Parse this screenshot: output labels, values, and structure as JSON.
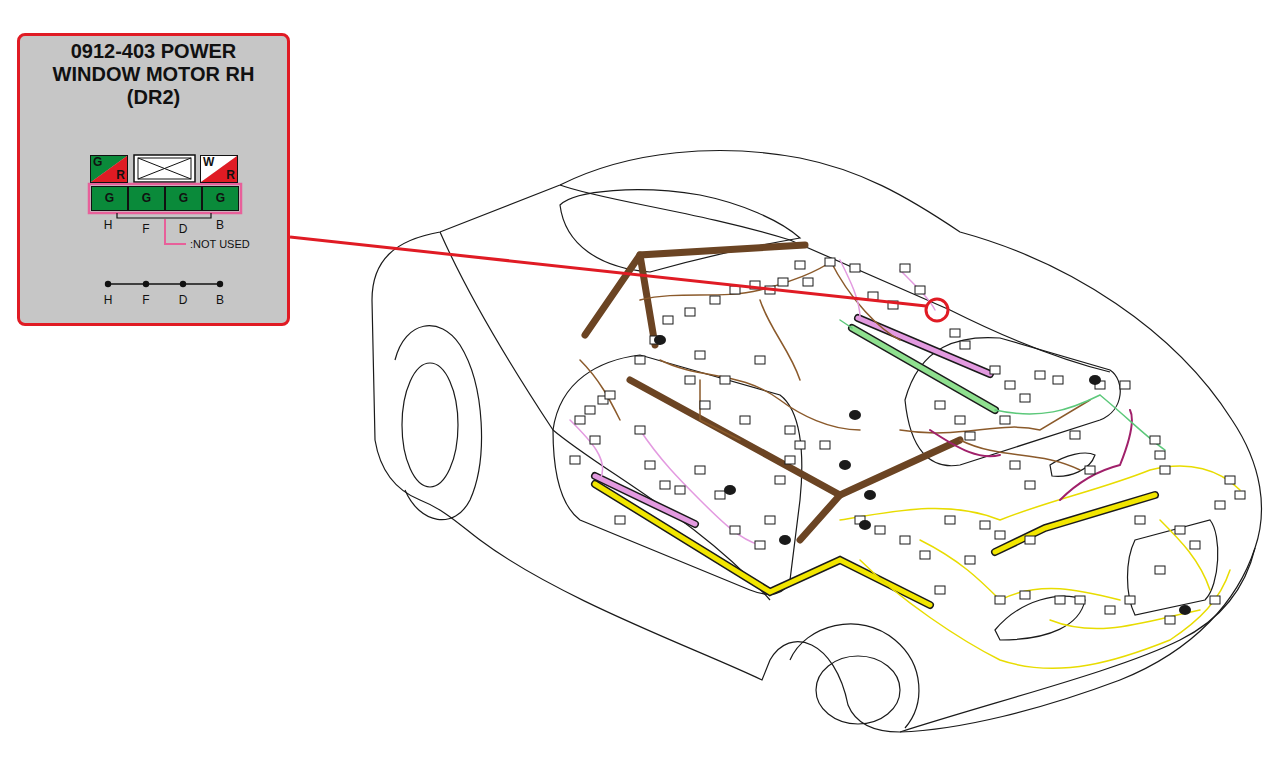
{
  "diagram": {
    "nodes": [
      {
        "text": [
          "0912-403 POWER WINDOW MOTOR RH (DR2)"
        ]
      },
      {
        "text": [
          "G",
          "R"
        ],
        "in": 0
      },
      {
        "text": [
          "W",
          "R"
        ],
        "in": 0
      },
      {
        "text": [
          "G"
        ],
        "in": 0
      },
      {
        "text": [
          "G"
        ],
        "in": 0
      },
      {
        "text": [
          "G"
        ],
        "in": 0
      },
      {
        "text": [
          "G"
        ],
        "in": 0
      }
    ],
    "labels": [
      "H",
      "F",
      "D",
      "B",
      ":NOT USED",
      "H",
      "F",
      "D",
      "B"
    ]
  }
}
